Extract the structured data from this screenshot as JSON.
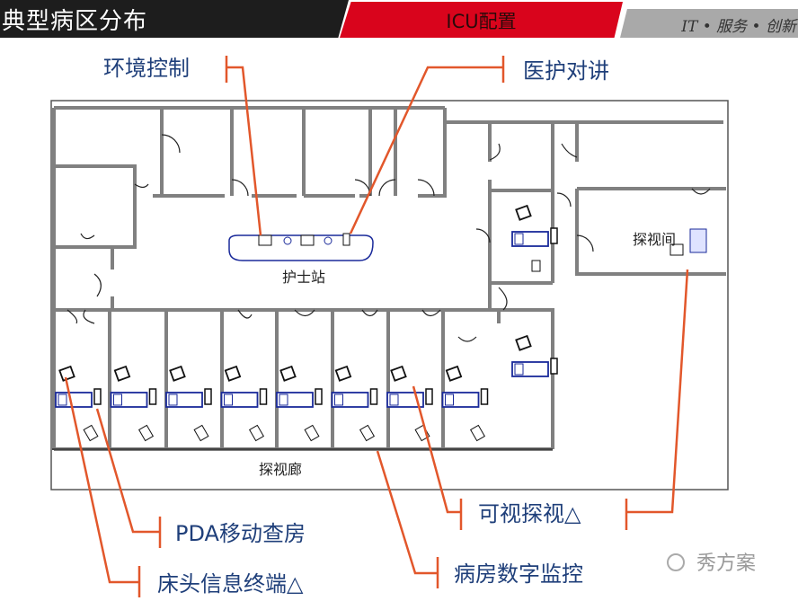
{
  "header": {
    "title": "典型病区分布",
    "section": "ICU配置",
    "slogan": "IT • 服务 • 创新"
  },
  "plan": {
    "nurse_station": "护士站",
    "visit_room": "探视间",
    "visit_corridor": "探视廊"
  },
  "callouts": {
    "environment_control": "环境控制",
    "medical_intercom": "医护对讲",
    "pda_rounds": "PDA移动查房",
    "bedside_terminal": "床头信息终端△",
    "video_visit": "可视探视△",
    "digital_monitoring": "病房数字监控"
  },
  "watermark": "秀方案",
  "colors": {
    "accent_red": "#d9041c",
    "arrow": "#e2572b",
    "text_blue": "#1f3f7a",
    "wall": "#808080",
    "device_blue": "#1a2a9a"
  }
}
